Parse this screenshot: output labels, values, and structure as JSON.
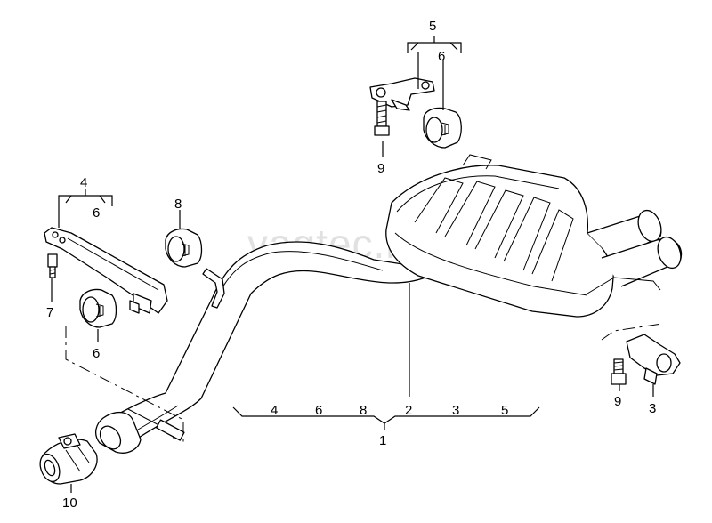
{
  "watermark": "vagtec.ru",
  "callouts": {
    "group_5_top": "5",
    "label_6_top": "6",
    "label_9_top": "9",
    "group_4_left": "4",
    "label_6_left_group": "6",
    "label_8": "8",
    "label_7": "7",
    "label_6_left_mount": "6",
    "label_10": "10",
    "label_9_right": "9",
    "label_3": "3",
    "label_2": "2",
    "label_1": "1"
  },
  "bottom_group": [
    "4",
    "6",
    "8",
    "2",
    "3",
    "5"
  ],
  "parts": [
    {
      "id": "muffler",
      "name": "rear silencer"
    },
    {
      "id": "pipe",
      "name": "center pipe"
    },
    {
      "id": "clamp",
      "name": "clamp"
    },
    {
      "id": "bracket",
      "name": "bracket"
    },
    {
      "id": "hanger",
      "name": "rubber mount"
    },
    {
      "id": "bolt",
      "name": "bolt"
    }
  ]
}
